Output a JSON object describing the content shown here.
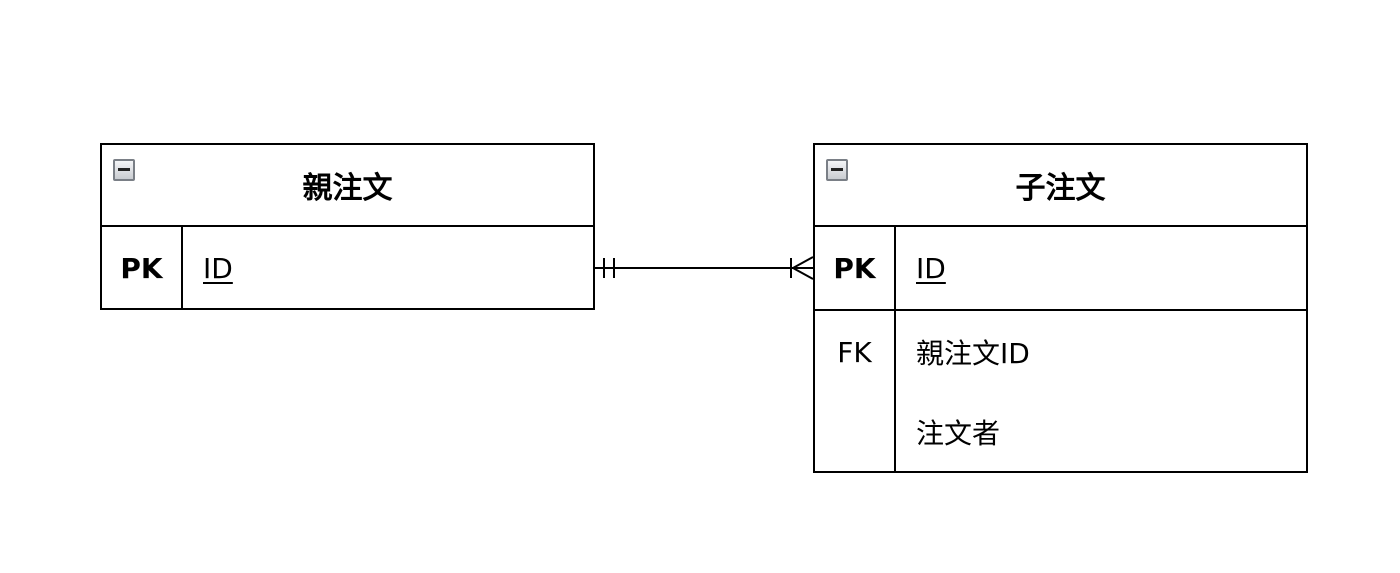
{
  "parent_entity": {
    "title": "親注文",
    "rows": [
      {
        "key": "PK",
        "attribute": "ID"
      }
    ]
  },
  "child_entity": {
    "title": "子注文",
    "pk_row": {
      "key": "PK",
      "attribute": "ID"
    },
    "fk_row": {
      "key": "FK",
      "attributes": [
        "親注文ID",
        "注文者"
      ]
    }
  },
  "relationship": {
    "from": "親注文",
    "to": "子注文",
    "cardinality_from": "exactly-one",
    "cardinality_to": "one-or-many",
    "line_color": "#000000"
  },
  "icons": {
    "collapse": "collapse-minus-icon"
  }
}
